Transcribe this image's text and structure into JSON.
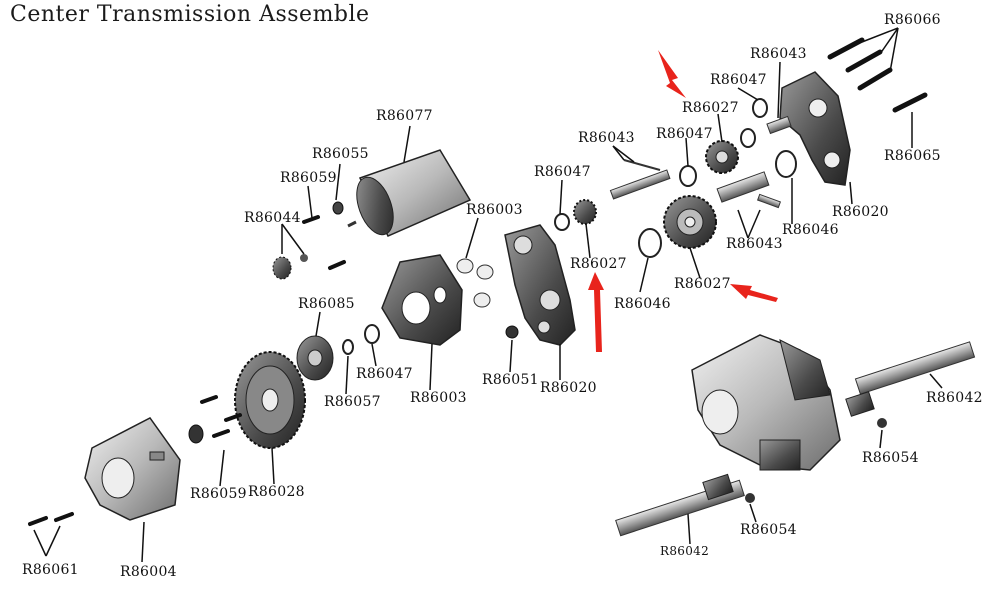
{
  "title": "Center Transmission Assemble",
  "colors": {
    "arrow": "#e8241c",
    "metal": "#8a8a8a",
    "dark": "#2e2e2e",
    "line": "#111111"
  },
  "labels": {
    "r86066": "R86066",
    "r86043_top": "R86043",
    "r86047_top": "R86047",
    "r86027_top": "R86027",
    "r86047_mid": "R86047",
    "r86043_mid": "R86043",
    "r86077": "R86077",
    "r86055": "R86055",
    "r86059_top": "R86059",
    "r86044": "R86044",
    "r86047_left": "R86047",
    "r86003_top": "R86003",
    "r86027_mid": "R86027",
    "r86065": "R86065",
    "r86020_right": "R86020",
    "r86046_right": "R86046",
    "r86043_low": "R86043",
    "r86027_low": "R86027",
    "r86046_mid": "R86046",
    "r86085": "R86085",
    "r86047_low": "R86047",
    "r86057": "R86057",
    "r86003_low": "R86003",
    "r86051": "R86051",
    "r86020_mid": "R86020",
    "r86042_right": "R86042",
    "r86054_right": "R86054",
    "r86059_low": "R86059",
    "r86028": "R86028",
    "r86061": "R86061",
    "r86004": "R86004",
    "r86042_bottom": "R86042",
    "r86054_bottom": "R86054"
  }
}
